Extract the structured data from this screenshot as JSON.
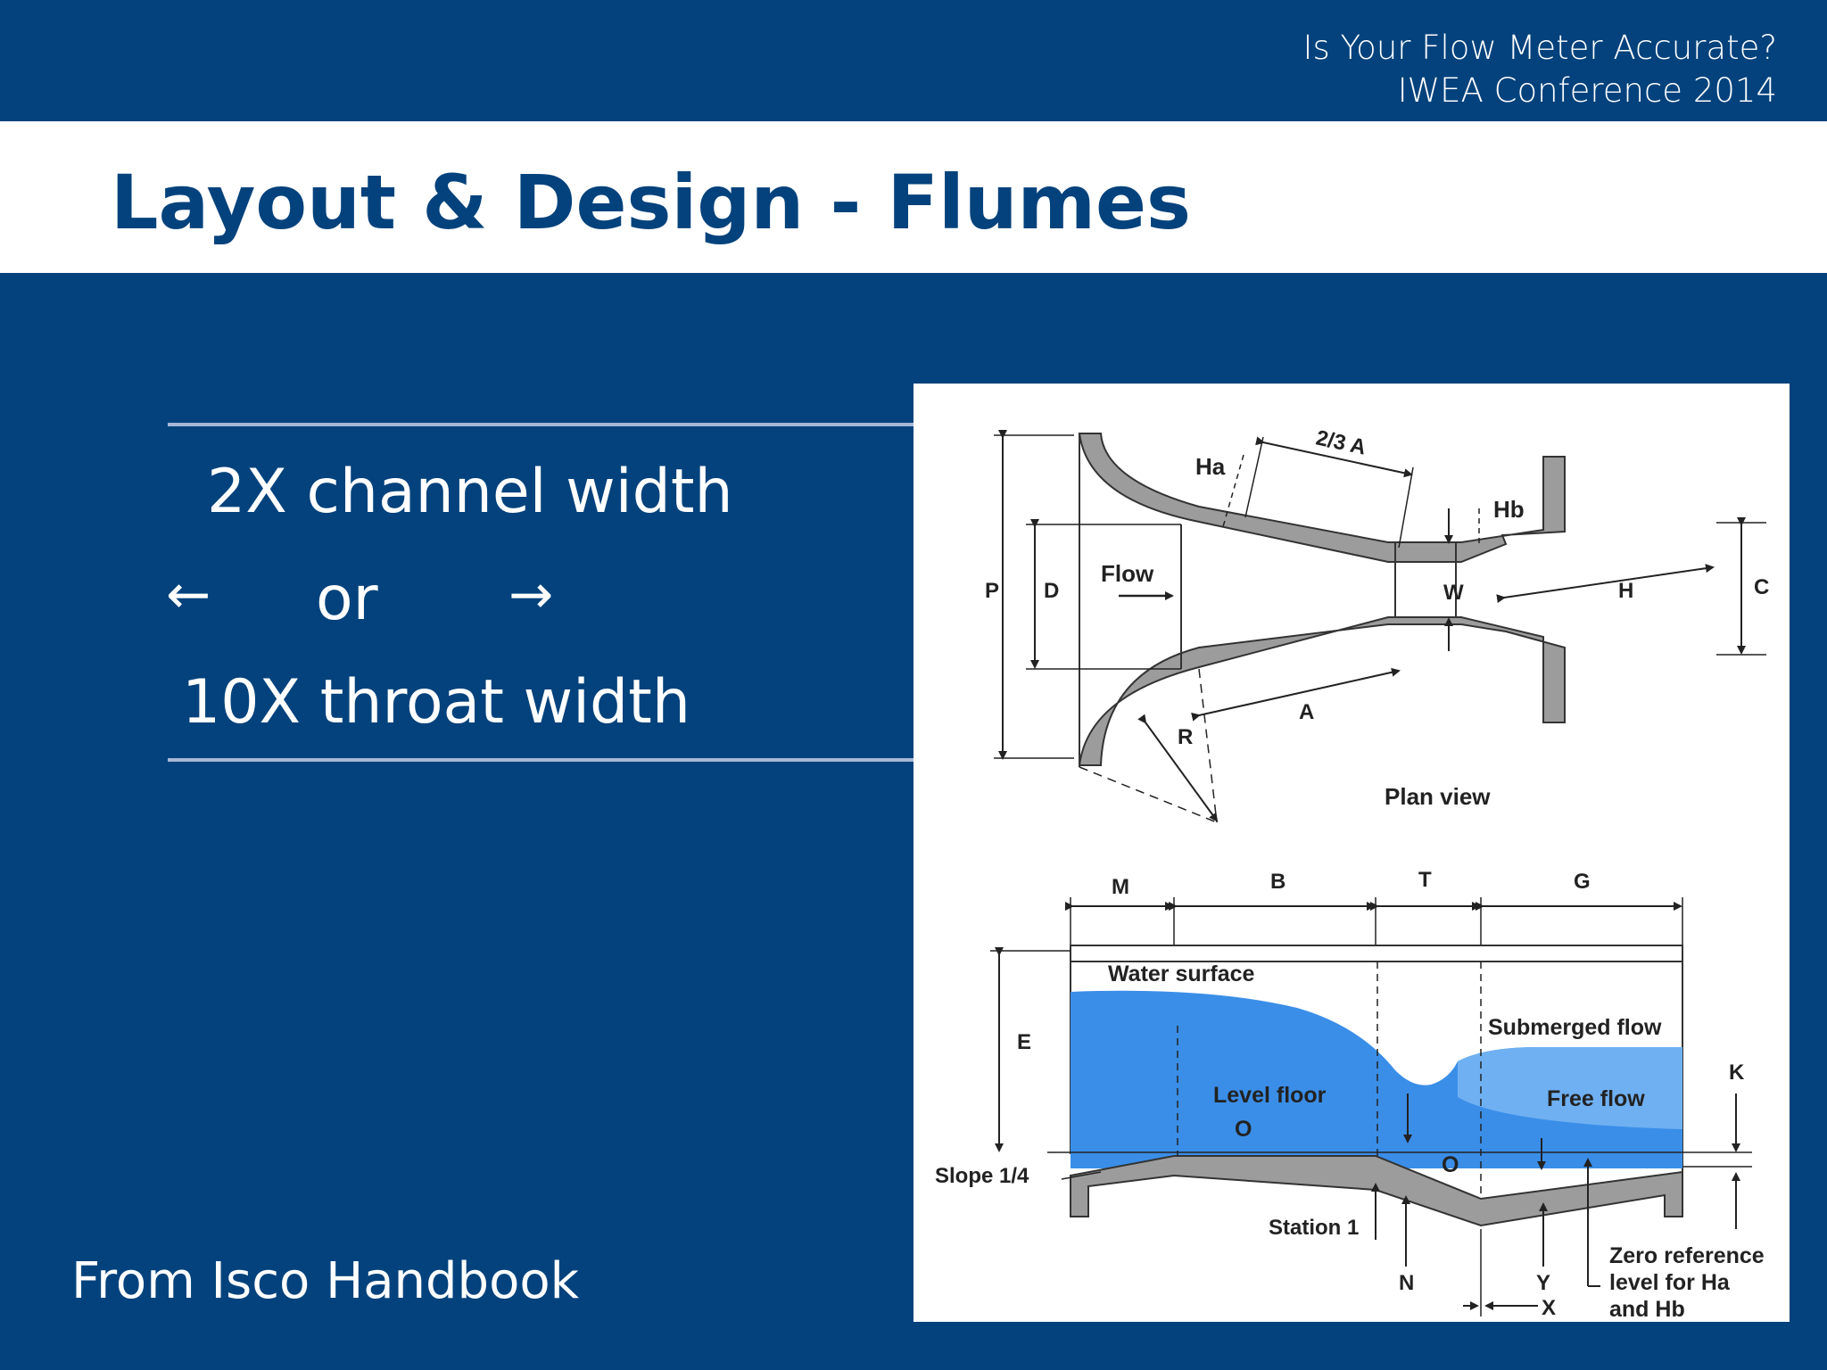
{
  "header": {
    "line1": "Is Your Flow Meter Accurate?",
    "line2": "IWEA Conference 2014"
  },
  "slide": {
    "title": "Layout & Design - Flumes",
    "text_line1": "2X channel width",
    "or_label": "or",
    "text_line2": "10X throat width",
    "source": "From Isco Handbook"
  },
  "colors": {
    "brand_blue": "#03427c",
    "water_blue": "#3a8ee8",
    "water_light": "#6fb0f2",
    "concrete_gray": "#9c9c9c"
  },
  "figure": {
    "plan": {
      "title": "Plan view",
      "dims": {
        "P": "P",
        "D": "D",
        "Ha": "Ha",
        "two_thirds_A": "2/3 A",
        "Hb": "Hb",
        "W": "W",
        "H": "H",
        "C": "C",
        "A": "A",
        "R": "R"
      },
      "flow": "Flow"
    },
    "profile": {
      "dims": {
        "M": "M",
        "B": "B",
        "T": "T",
        "G": "G",
        "E": "E",
        "K": "K",
        "N": "N",
        "Y": "Y",
        "X": "X"
      },
      "water_surface": "Water surface",
      "submerged_flow": "Submerged flow",
      "free_flow": "Free flow",
      "level_floor": "Level floor",
      "level_floor_o": "O",
      "o_mark": "O",
      "slope": "Slope 1/4",
      "station": "Station 1",
      "zero_ref_1": "Zero reference",
      "zero_ref_2": "level for Ha",
      "zero_ref_3": "and Hb"
    }
  }
}
